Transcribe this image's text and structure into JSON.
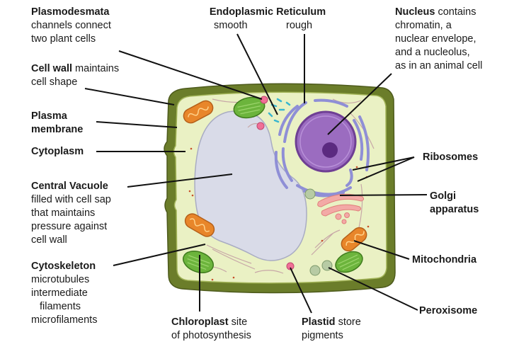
{
  "labels": {
    "plasmodesmata": {
      "title": "Plasmodesmata",
      "desc1": "channels connect",
      "desc2": "two plant cells"
    },
    "cell_wall": {
      "title": "Cell wall",
      "rest": " maintains",
      "desc1": "cell shape"
    },
    "plasma_membrane": {
      "line1": "Plasma",
      "line2": "membrane"
    },
    "cytoplasm": {
      "title": "Cytoplasm"
    },
    "central_vacuole": {
      "title": "Central Vacuole",
      "desc1": "filled with cell sap",
      "desc2": "that maintains",
      "desc3": "pressure against",
      "desc4": "cell wall"
    },
    "cytoskeleton": {
      "title": "Cytoskeleton",
      "desc1": "microtubules",
      "desc2": "intermediate",
      "desc3": "filaments",
      "desc4": "microfilaments"
    },
    "er": {
      "title": "Endoplasmic Reticulum",
      "smooth": "smooth",
      "rough": "rough"
    },
    "nucleus": {
      "title": "Nucleus",
      "rest": " contains",
      "desc1": "chromatin, a",
      "desc2": "nuclear envelope,",
      "desc3": "and a nucleolus,",
      "desc4": "as in an animal cell"
    },
    "ribosomes": {
      "title": "Ribosomes"
    },
    "golgi": {
      "line1": "Golgi",
      "line2": "apparatus"
    },
    "mitochondria": {
      "title": "Mitochondria"
    },
    "peroxisome": {
      "title": "Peroxisome"
    },
    "chloroplast": {
      "title": "Chloroplast",
      "rest": " site",
      "desc1": "of photosynthesis"
    },
    "plastid": {
      "title": "Plastid",
      "rest": " store",
      "desc1": "pigments"
    }
  },
  "colors": {
    "cell_wall": "#6b7d2a",
    "cytoplasm": "#eaf1c4",
    "vacuole": "#d9dbe8",
    "nucleus": "#9b6cc0",
    "nucleolus": "#5b2a80",
    "er": "#8f8fd6",
    "mitochondria": "#e8862a",
    "chloroplast": "#6cb43c",
    "golgi": "#f3a9a6"
  }
}
